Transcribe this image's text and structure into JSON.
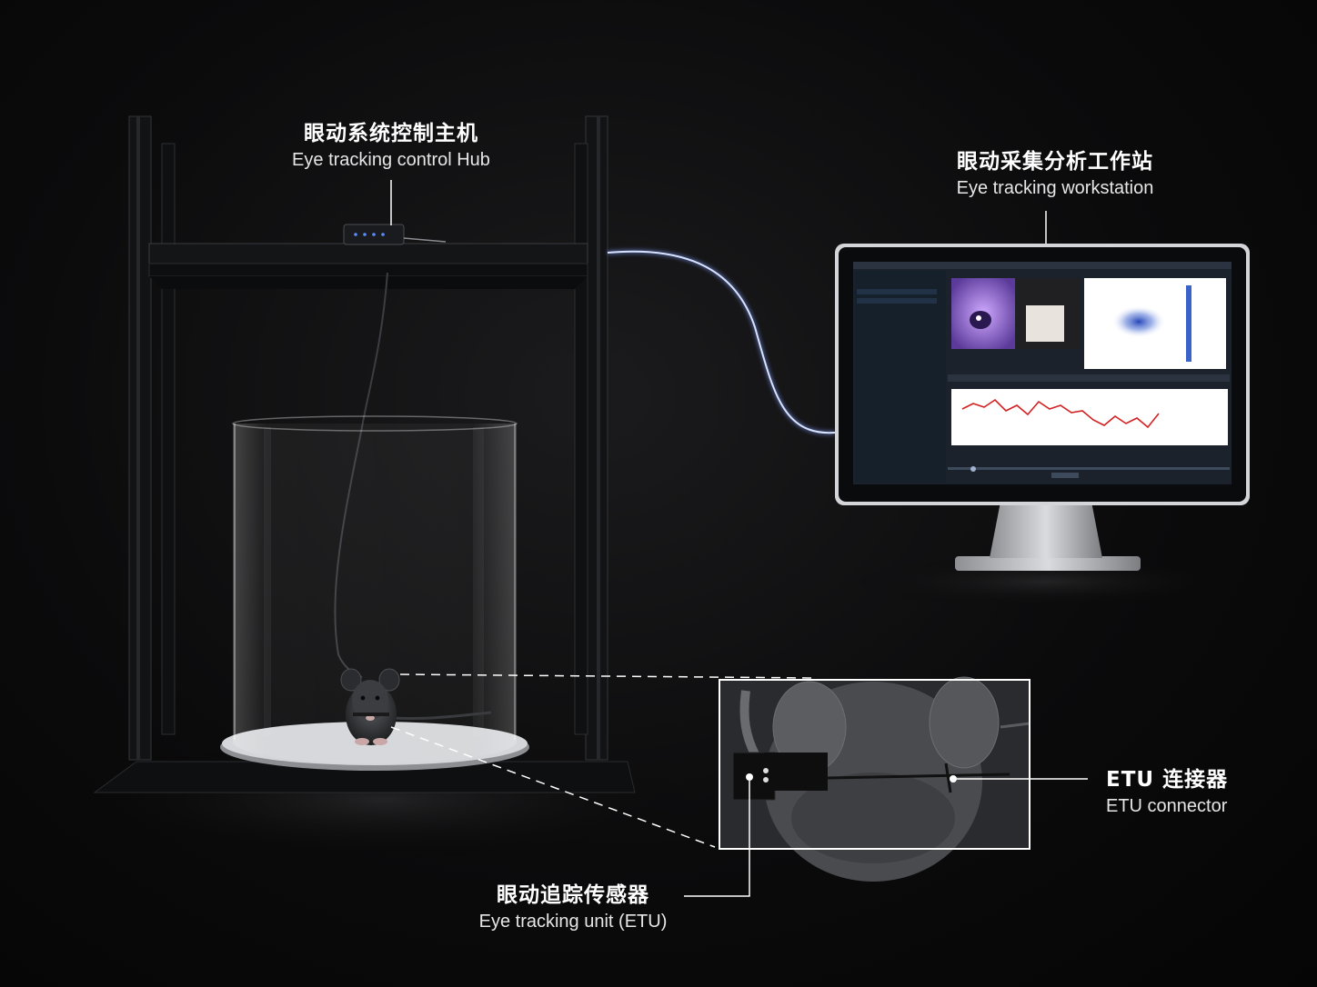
{
  "labels": {
    "hub": {
      "zh": "眼动系统控制主机",
      "en": "Eye tracking control Hub"
    },
    "workstation": {
      "zh": "眼动采集分析工作站",
      "en": "Eye tracking workstation"
    },
    "connector": {
      "zh": "ETU 连接器",
      "en": "ETU connector"
    },
    "etu": {
      "zh": "眼动追踪传感器",
      "en": "Eye tracking unit (ETU)"
    }
  },
  "colors": {
    "background": "#0b0b0c",
    "frame": "#111214",
    "cable_glow": "#9fb8ff",
    "trace": "#d42020",
    "heatmap": "#3a62c8"
  }
}
